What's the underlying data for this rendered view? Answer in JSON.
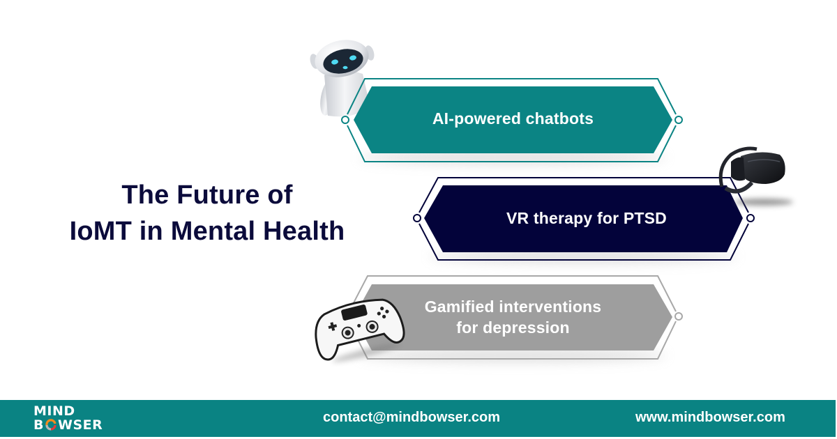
{
  "title": {
    "line1": "The Future of",
    "line2": "IoMT in Mental Health"
  },
  "items": [
    {
      "label_lines": [
        "AI-powered chatbots"
      ],
      "icon": "robot-icon",
      "color": "#0b8484"
    },
    {
      "label_lines": [
        "VR therapy for PTSD"
      ],
      "icon": "vr-headset-icon",
      "color": "#03033a"
    },
    {
      "label_lines": [
        "Gamified interventions",
        "for depression"
      ],
      "icon": "gamepad-icon",
      "color": "#9e9e9e"
    }
  ],
  "footer": {
    "logo": {
      "line1": "MIND",
      "line2_prefix": "B",
      "line2_suffix": "WSER"
    },
    "email": "contact@mindbowser.com",
    "website": "www.mindbowser.com",
    "color": "#0a8383"
  },
  "colors": {
    "title": "#0b0b3b",
    "teal": "#0b8484",
    "navy": "#03033a",
    "gray": "#9e9e9e"
  }
}
